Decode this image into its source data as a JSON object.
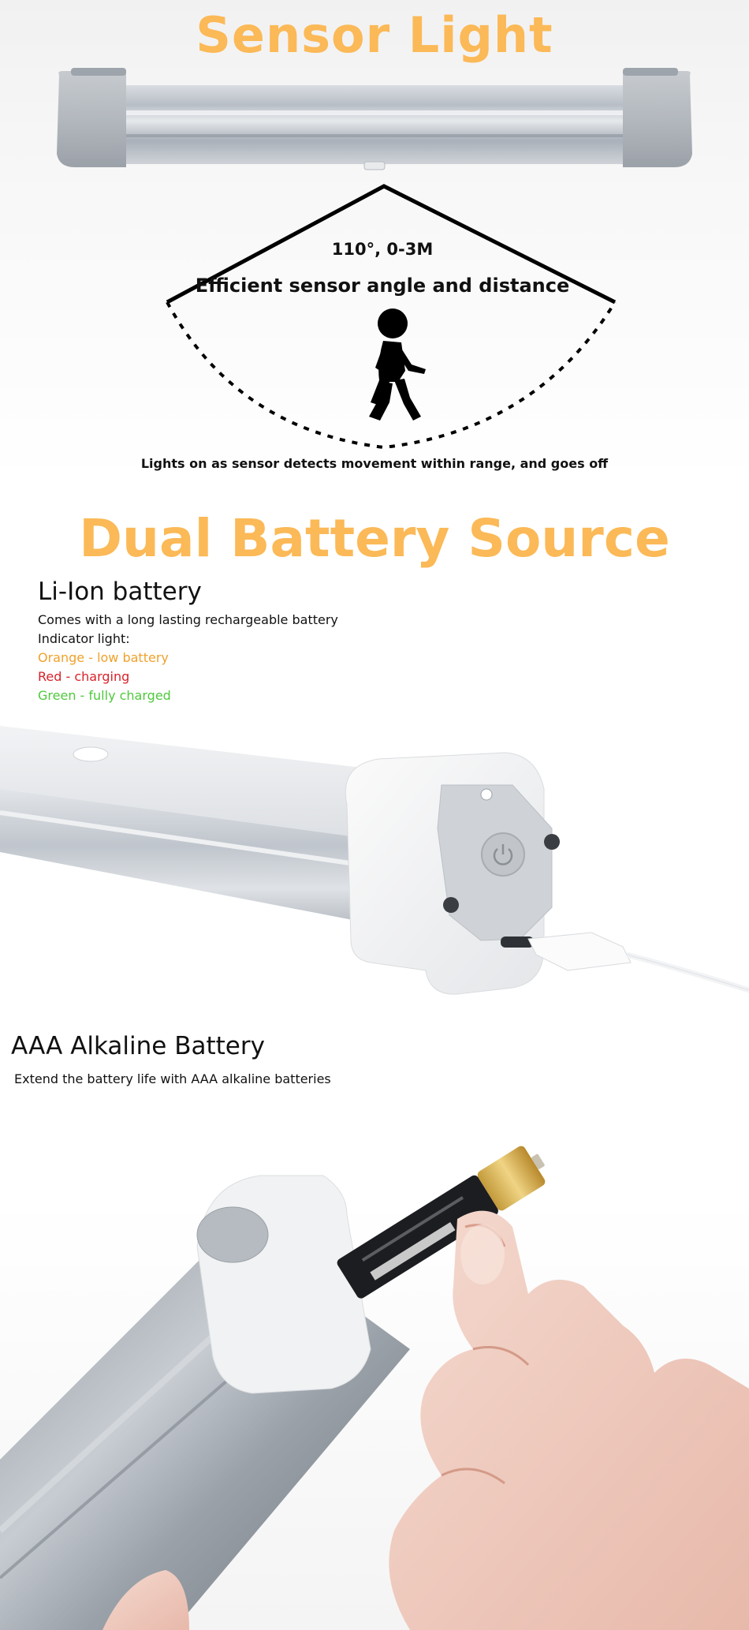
{
  "sensor": {
    "title": "Sensor Light",
    "angle_distance": "110°, 0-3M",
    "efficiency": "Efficient sensor angle and distance",
    "caption": "Lights on as sensor detects movement within range, and goes off"
  },
  "dual": {
    "title": "Dual Battery Source",
    "liion": {
      "title": "Li-Ion battery",
      "description": "Comes with a long lasting rechargeable battery",
      "indicator_label": "Indicator light:",
      "orange": "Orange - low battery",
      "red": "Red - charging",
      "green": "Green - fully charged"
    }
  },
  "aaa": {
    "title": "AAA Alkaline Battery",
    "description": "Extend the battery life with AAA alkaline batteries"
  },
  "colors": {
    "title_orange": "#fbb957",
    "indicator_orange": "#f0a12b",
    "indicator_red": "#d8232a",
    "indicator_green": "#4fc93c"
  },
  "icons": [
    "power-icon",
    "walking-person-icon",
    "usb-cable-icon"
  ]
}
